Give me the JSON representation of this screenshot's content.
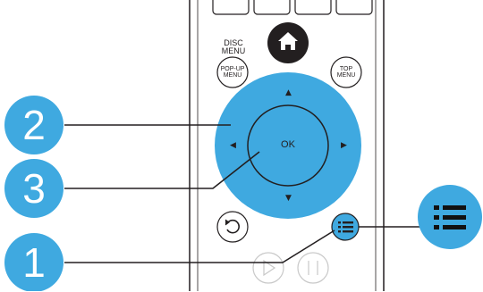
{
  "remote": {
    "disc_menu_label": "DISC\nMENU",
    "popup_menu_label": "POP-UP\nMENU",
    "top_menu_label": "TOP\nMENU",
    "ok_label": "OK",
    "home_icon": "home-icon",
    "back_icon": "back-icon",
    "options_icon": "list-icon",
    "arrow_up": "▲",
    "arrow_down": "▼",
    "arrow_left": "◀",
    "arrow_right": "▶"
  },
  "callouts": [
    {
      "number": "2"
    },
    {
      "number": "3"
    },
    {
      "number": "1"
    }
  ],
  "colors": {
    "callout_blue": "#3fa9e0",
    "nav_ring_blue": "#3fa9e0",
    "home_button": "#231f20",
    "line": "#231f20"
  }
}
